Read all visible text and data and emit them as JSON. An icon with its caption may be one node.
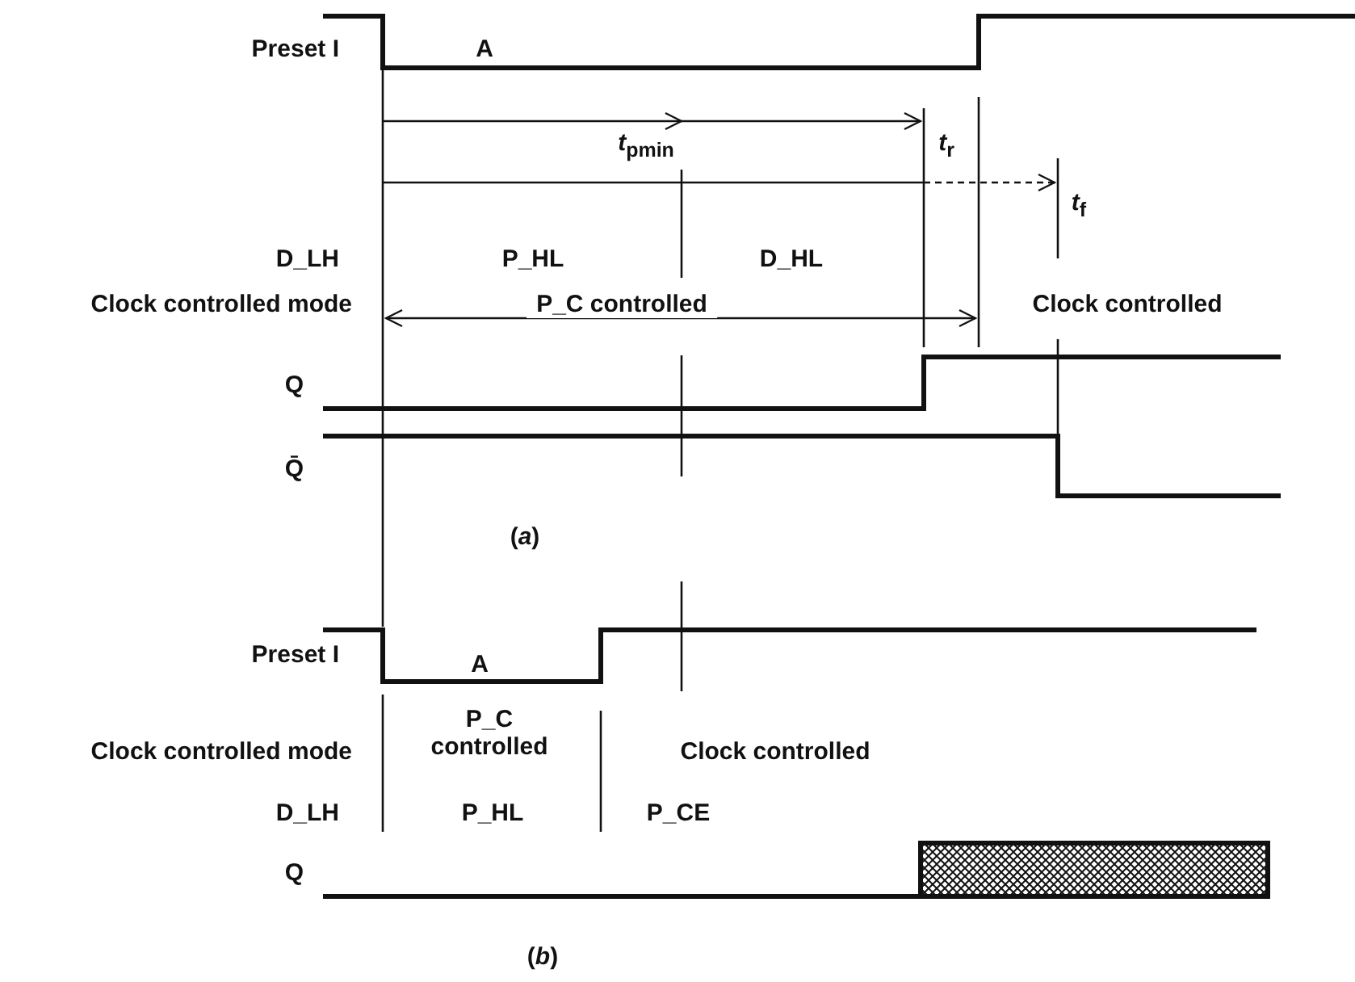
{
  "diagram": {
    "labels": [
      "Preset I",
      "A",
      "*t*$_{pmin}$",
      "*t*$_{r}$",
      "*t*$_{f}$",
      "D_LH",
      "P_HL",
      "D_HL",
      "Clock controlled mode",
      "P_C controlled",
      "Clock controlled",
      "Q",
      "Q̄",
      "(*a*)",
      "Preset I",
      "A",
      "P_C controlled",
      "Clock controlled mode",
      "Clock controlled",
      "D_LH",
      "P_HL",
      "P_CE",
      "Q",
      "(*b*)"
    ]
  }
}
